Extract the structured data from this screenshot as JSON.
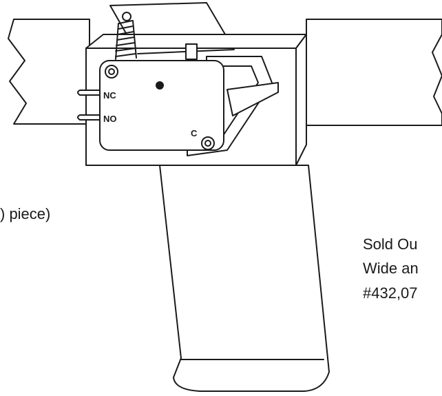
{
  "diagram": {
    "terminals": {
      "nc": "NC",
      "no": "NO",
      "c": "C"
    },
    "left_caption": ") piece)",
    "right_caption_lines": [
      "Sold Ou",
      "Wide an",
      "#432,07"
    ]
  },
  "colors": {
    "line": "#1a1a1a",
    "background": "#ffffff"
  }
}
